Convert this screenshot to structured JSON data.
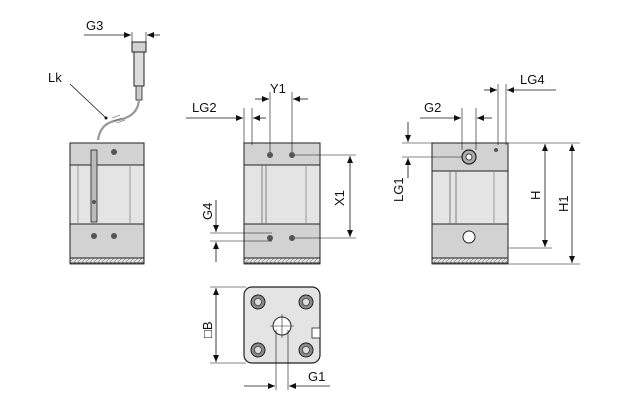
{
  "diagram": {
    "labels": {
      "g3": "G3",
      "lk": "Lk",
      "lg2": "LG2",
      "y1": "Y1",
      "x1": "X1",
      "g4": "G4",
      "g2": "G2",
      "lg4": "LG4",
      "lg1": "LG1",
      "h": "H",
      "h1": "H1",
      "square_b": "□B",
      "g1": "G1"
    }
  }
}
